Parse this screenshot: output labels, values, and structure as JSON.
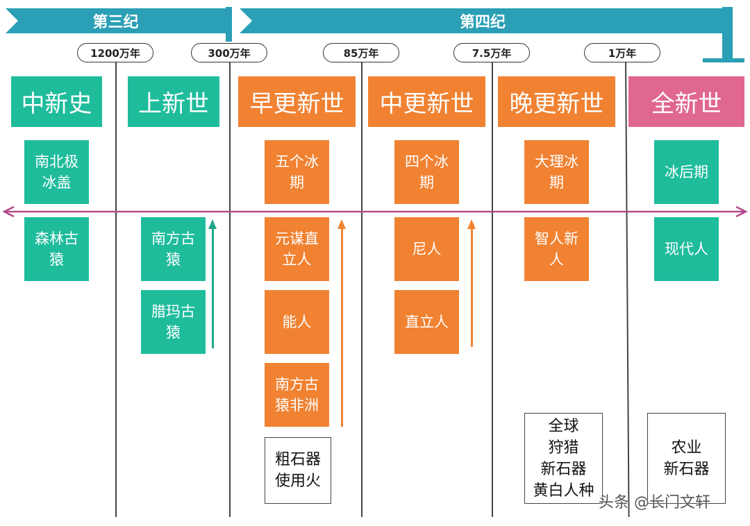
{
  "eras": {
    "tertiary": "第三纪",
    "quaternary": "第四纪"
  },
  "time_markers": [
    "1200万年",
    "300万年",
    "85万年",
    "7.5万年",
    "1万年"
  ],
  "epochs": [
    "中新史",
    "上新世",
    "早更新世",
    "中更新世",
    "晚更新世",
    "全新世"
  ],
  "boxes": {
    "c1": [
      "南北极冰盖",
      "森林古猿"
    ],
    "c2": [
      "南方古猿",
      "腊玛古猿"
    ],
    "c3": [
      "五个冰期",
      "元谋直立人",
      "能人",
      "南方古猿非洲"
    ],
    "c4": [
      "四个冰期",
      "尼人",
      "直立人"
    ],
    "c5": [
      "大理冰期",
      "智人新人"
    ],
    "c6": [
      "冰后期",
      "现代人"
    ]
  },
  "notes": {
    "early": "粗石器\n使用火",
    "late": "全球\n狩猎\n新石器\n黄白人种",
    "holocene": "农业\n新石器"
  },
  "watermark": "头条 @长门文轩",
  "colors": {
    "band": "#2a9fb5",
    "green": "#1fbc9c",
    "orange": "#f08232",
    "pink": "#e0678e",
    "axis": "#b04a8a"
  }
}
